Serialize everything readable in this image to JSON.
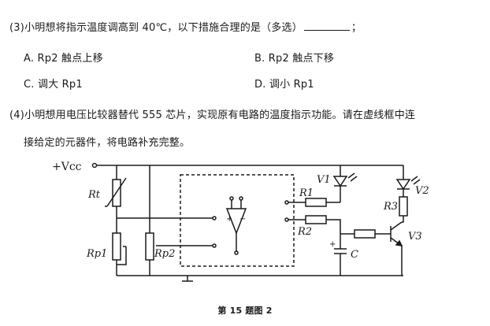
{
  "q3": {
    "stem": "(3)小明想将指示温度调高到 40℃，以下措施合理的是（多选）",
    "tail": "；",
    "options": [
      {
        "text": "A. Rp2 触点上移"
      },
      {
        "text": "B. Rp2 触点下移"
      },
      {
        "text": "C. 调大 Rp1"
      },
      {
        "text": "D. 调小 Rp1"
      }
    ]
  },
  "q4": {
    "line1": "(4)小明想用电压比较器替代 555 芯片，实现原有电路的温度指示功能。请在虚线框中连",
    "line2": "接给定的元器件，将电路补充完整。"
  },
  "circuit": {
    "supply": "+Vcc",
    "labels": {
      "rt": "Rt",
      "rp1": "Rp1",
      "rp2": "Rp2",
      "v1": "V1",
      "v2": "V2",
      "v3": "V3",
      "r1": "R1",
      "r2": "R2",
      "r3": "R3",
      "c": "C"
    },
    "comparator_plus": "+",
    "comparator_minus": "−",
    "cap_plus": "+"
  },
  "caption": "第 15 题图 2"
}
